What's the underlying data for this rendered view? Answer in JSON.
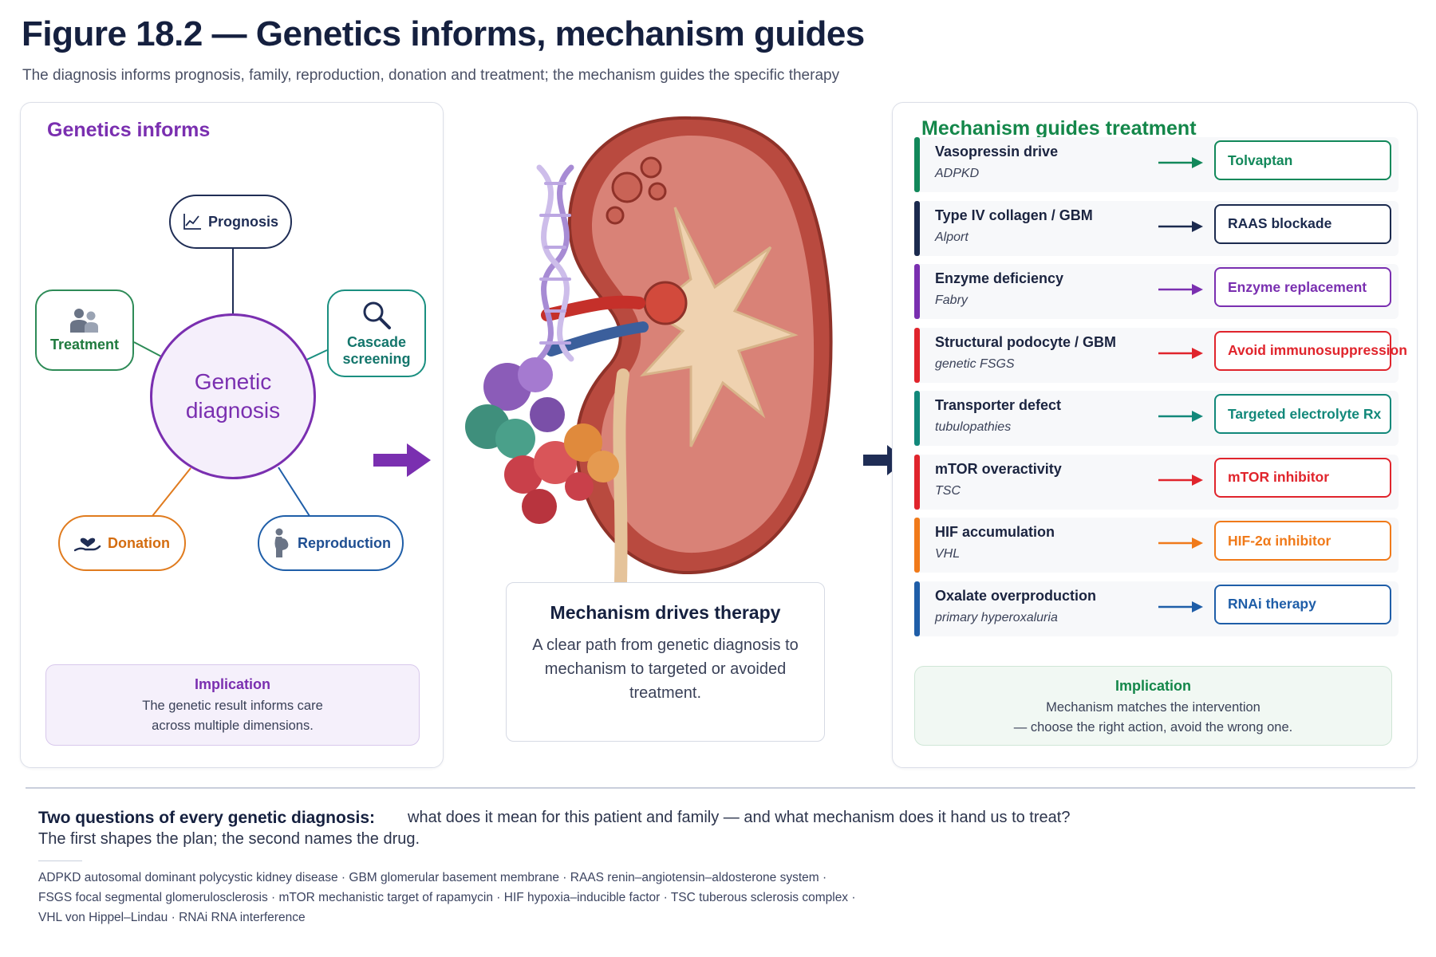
{
  "header": {
    "title": "Figure 18.2 — Genetics informs, mechanism guides",
    "subtitle": "The diagnosis informs prognosis, family, reproduction, donation and treatment; the mechanism guides the specific therapy"
  },
  "left_panel": {
    "heading": "Genetics informs",
    "hub": "Genetic diagnosis",
    "nodes": {
      "prognosis": "Prognosis",
      "treatment": "Treatment",
      "cascade_line1": "Cascade",
      "cascade_line2": "screening",
      "donation": "Donation",
      "reproduction": "Reproduction"
    },
    "implication": {
      "title": "Implication",
      "line1": "The genetic result informs care",
      "line2": "across multiple dimensions."
    }
  },
  "center": {
    "card_title": "Mechanism drives therapy",
    "card_text": "A clear path from genetic diagnosis to mechanism to targeted or avoided treatment."
  },
  "right_panel": {
    "heading": "Mechanism guides treatment",
    "rows": [
      {
        "mechanism": "Vasopressin drive",
        "disease": "ADPKD",
        "therapy": "Tolvaptan",
        "color": "#12885a"
      },
      {
        "mechanism": "Type IV collagen / GBM",
        "disease": "Alport",
        "therapy": "RAAS blockade",
        "color": "#1b2a4e"
      },
      {
        "mechanism": "Enzyme deficiency",
        "disease": "Fabry",
        "therapy": "Enzyme replacement",
        "color": "#7a2fb0"
      },
      {
        "mechanism": "Structural podocyte / GBM",
        "disease": "genetic FSGS",
        "therapy": "Avoid immunosuppression",
        "color": "#e0242c"
      },
      {
        "mechanism": "Transporter defect",
        "disease": "tubulopathies",
        "therapy": "Targeted electrolyte Rx",
        "color": "#12887a"
      },
      {
        "mechanism": "mTOR overactivity",
        "disease": "TSC",
        "therapy": "mTOR inhibitor",
        "color": "#e0242c"
      },
      {
        "mechanism": "HIF accumulation",
        "disease": "VHL",
        "therapy": "HIF-2α inhibitor",
        "color": "#f07a1a"
      },
      {
        "mechanism": "Oxalate overproduction",
        "disease": "primary hyperoxaluria",
        "therapy": "RNAi therapy",
        "color": "#1f5ea8"
      }
    ],
    "implication": {
      "title": "Implication",
      "line1": "Mechanism matches the intervention",
      "line2": "— choose the right action, avoid the wrong one."
    }
  },
  "footer": {
    "question_bold": "Two questions of every genetic diagnosis:",
    "question_text": "what does it mean for this patient and family — and what mechanism does it hand us to treat?",
    "question_line2": "The first shapes the plan; the second names the drug.",
    "abbreviations_1": "ADPKD autosomal dominant polycystic kidney disease · GBM glomerular basement membrane · RAAS renin–angiotensin–aldosterone system ·",
    "abbreviations_2": "FSGS focal segmental glomerulosclerosis · mTOR mechanistic target of rapamycin · HIF hypoxia–inducible factor · TSC tuberous sclerosis complex ·",
    "abbreviations_3": "VHL von Hippel–Lindau · RNAi RNA interference"
  },
  "colors": {
    "purple": "#7a2fb0",
    "green": "#14874a",
    "navy": "#1b2a4e",
    "red": "#e0242c",
    "orange": "#f07a1a",
    "blue": "#1f5ea8",
    "teal": "#12887a"
  },
  "icons": {
    "prognosis": "trend-chart-icon",
    "treatment": "people-icon",
    "cascade": "magnifier-icon",
    "donation": "hand-heart-icon",
    "reproduction": "pregnant-person-icon"
  }
}
